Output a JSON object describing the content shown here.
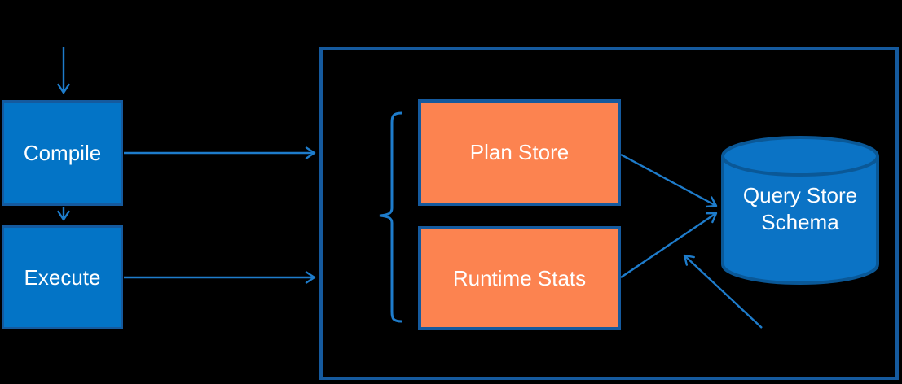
{
  "colors": {
    "background": "#000000",
    "node_fill": "#0374C6",
    "node_border": "#155A9E",
    "store_fill": "#FC8350",
    "store_border": "#155A9E",
    "container_border": "#155A9E",
    "arrow": "#1E7CCB",
    "cylinder_fill": "#0B73C5",
    "cylinder_border": "#0A5897",
    "text": "#FFFFFF"
  },
  "nodes": {
    "compile": {
      "label": "Compile"
    },
    "execute": {
      "label": "Execute"
    },
    "plan_store": {
      "label": "Plan Store"
    },
    "runtime_stats": {
      "label": "Runtime Stats"
    },
    "query_store_schema": {
      "label": "Query Store Schema"
    }
  },
  "edges": [
    {
      "from": "top-input",
      "to": "compile"
    },
    {
      "from": "compile",
      "to": "execute"
    },
    {
      "from": "compile",
      "to": "query-store-container"
    },
    {
      "from": "execute",
      "to": "query-store-container"
    },
    {
      "from": "plan_store",
      "to": "query_store_schema"
    },
    {
      "from": "runtime_stats",
      "to": "query_store_schema"
    },
    {
      "from": "bottom-offscreen",
      "to": "runtime-stats-schema-line"
    }
  ],
  "grouping": {
    "brace_groups": [
      "plan_store",
      "runtime_stats"
    ]
  }
}
